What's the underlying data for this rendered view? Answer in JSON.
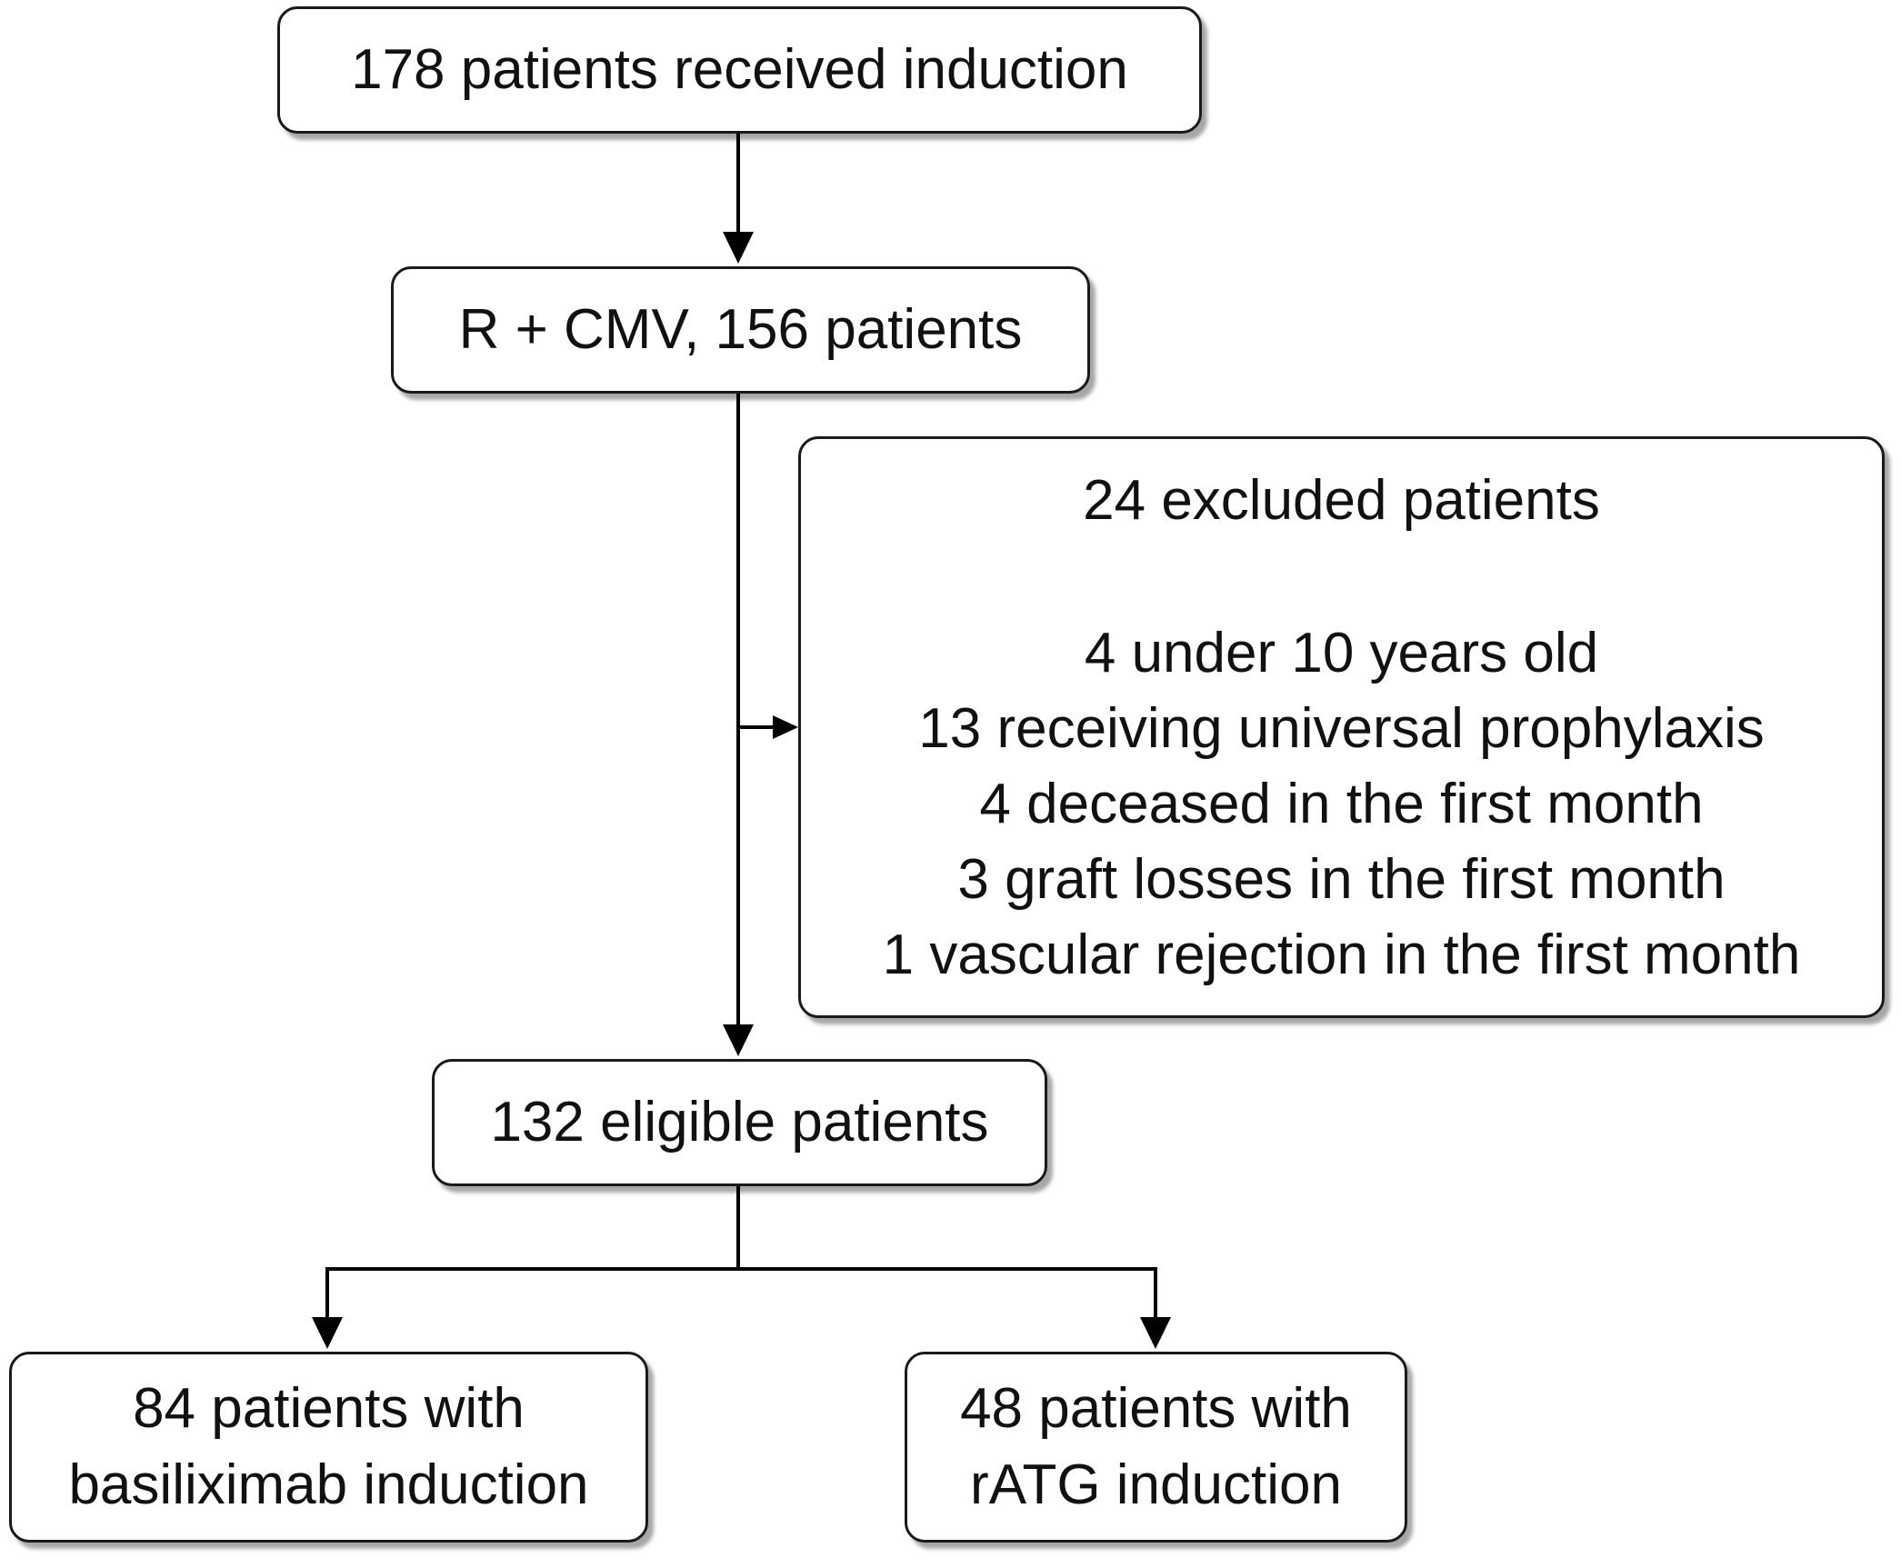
{
  "flowchart": {
    "induction": {
      "text": "178 patients received induction"
    },
    "cmv": {
      "text": "R + CMV, 156 patients"
    },
    "excluded": {
      "header": "24 excluded patients",
      "reasons": [
        "4 under 10 years old",
        "13 receiving universal prophylaxis",
        "4 deceased in the first month",
        "3 graft losses in the first month",
        "1 vascular rejection in the first month"
      ]
    },
    "eligible": {
      "text": "132 eligible patients"
    },
    "basiliximab": {
      "lines": [
        "84 patients with",
        "basiliximab induction"
      ]
    },
    "ratg": {
      "lines": [
        "48 patients with",
        "rATG induction"
      ]
    }
  },
  "style": {
    "border_color": "#1a1a1a",
    "arrow_color": "#000000",
    "background": "#ffffff"
  }
}
